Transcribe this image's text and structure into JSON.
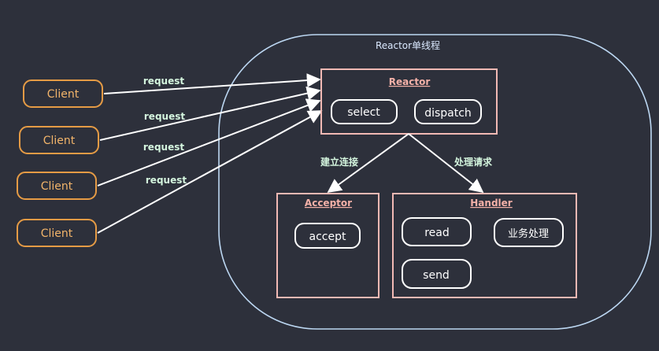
{
  "colors": {
    "background": "#2d303b",
    "client_stroke": "#e59b45",
    "client_text": "#f2b46a",
    "thread_stroke": "#bcd7f2",
    "thread_text": "#dbe9ff",
    "box_stroke": "#f2b9b4",
    "box_title": "#f5b1a8",
    "pill_stroke": "#ffffff",
    "pill_text": "#ffffff",
    "arrow": "#ffffff",
    "edge_label": "#d4f5de"
  },
  "reactor_thread": {
    "label": "Reactor单线程"
  },
  "clients": [
    {
      "label": "Client"
    },
    {
      "label": "Client"
    },
    {
      "label": "Client"
    },
    {
      "label": "Client"
    }
  ],
  "request_label": "request",
  "reactor": {
    "title": "Reactor",
    "pills": [
      {
        "label": "select"
      },
      {
        "label": "dispatch"
      }
    ]
  },
  "acceptor": {
    "title": "Acceptor",
    "pills": [
      {
        "label": "accept"
      }
    ]
  },
  "handler": {
    "title": "Handler",
    "pills": [
      {
        "label": "read"
      },
      {
        "label": "业务处理"
      },
      {
        "label": "send"
      }
    ]
  },
  "edges": {
    "to_acceptor": "建立连接",
    "to_handler": "处理请求"
  }
}
